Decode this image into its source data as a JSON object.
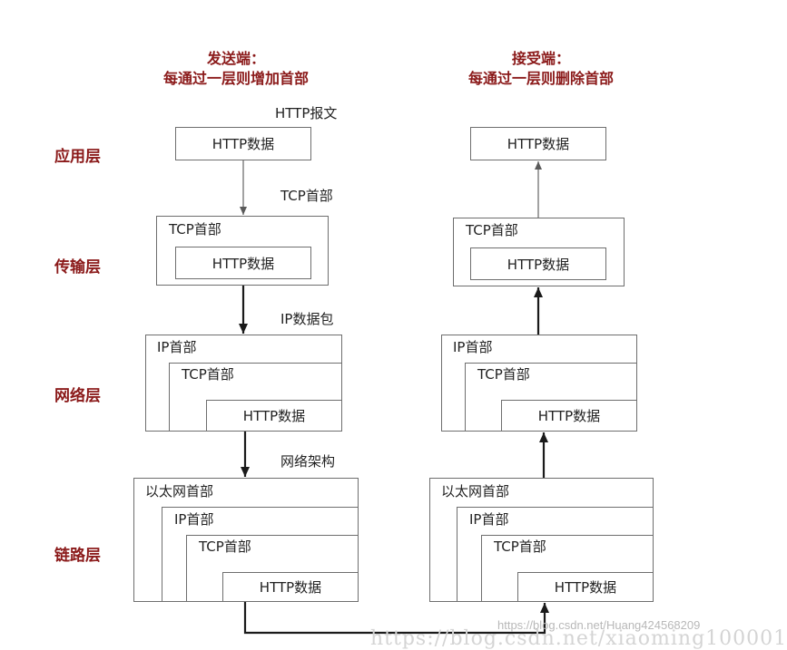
{
  "headers": {
    "sender_title": "发送端：",
    "sender_desc": "每通过一层则增加首部",
    "receiver_title": "接受端：",
    "receiver_desc": "每通过一层则删除首部"
  },
  "layers": {
    "application": "应用层",
    "transport": "传输层",
    "network": "网络层",
    "link": "链路层"
  },
  "captions": {
    "http_message": "HTTP报文",
    "tcp_header": "TCP首部",
    "ip_packet": "IP数据包",
    "network_frame": "网络架构"
  },
  "labels": {
    "http_data": "HTTP数据",
    "tcp_header": "TCP首部",
    "ip_header": "IP首部",
    "ethernet_header": "以太网首部"
  },
  "watermark": {
    "csdn_url": "https://blog.csdn.net/Huang424568209",
    "faint_url": "https://blog.csdn.net/xiaoming100001"
  }
}
